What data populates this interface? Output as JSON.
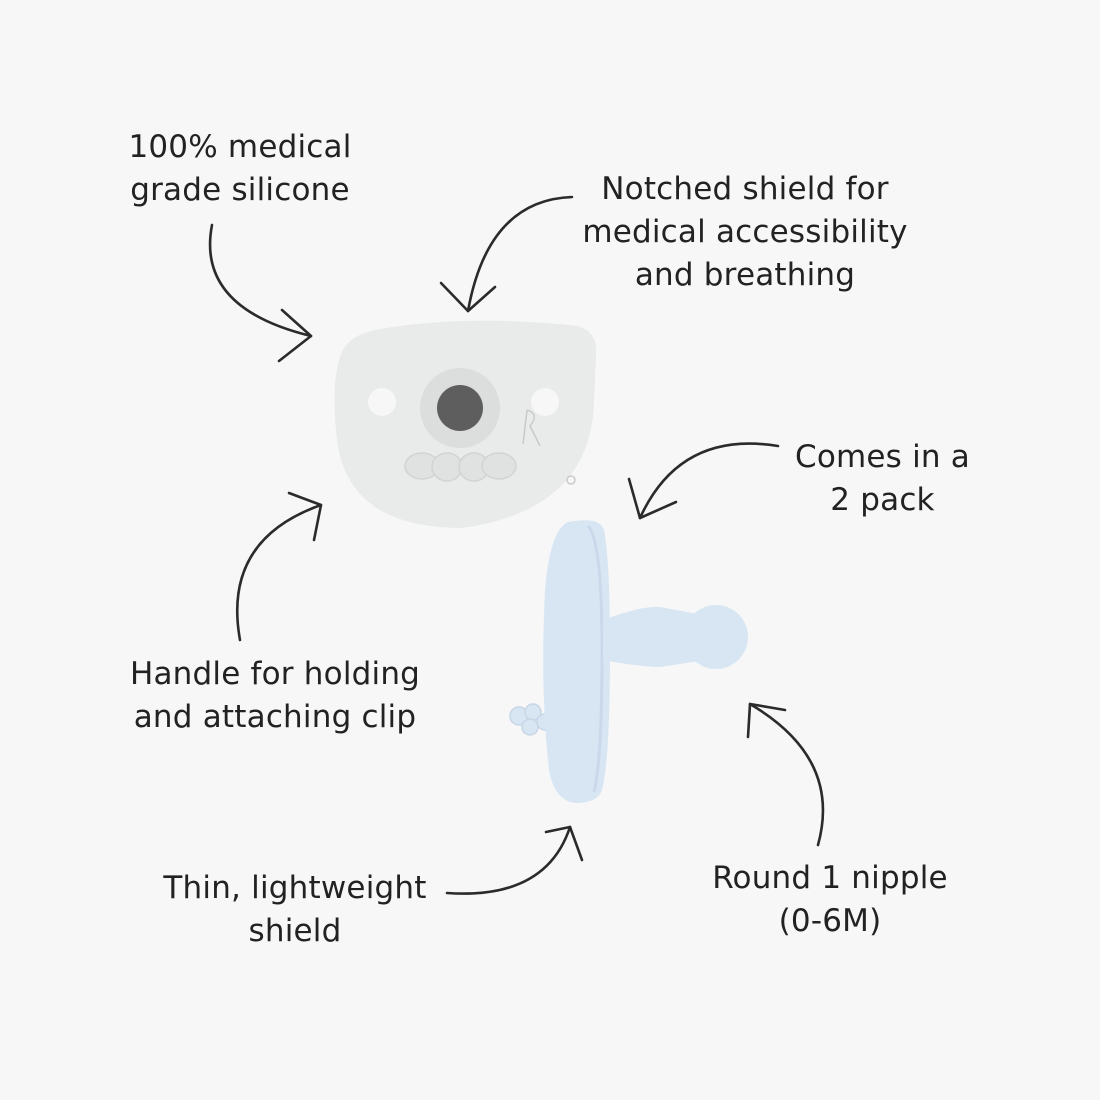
{
  "colors": {
    "background": "#f7f7f7",
    "text": "#222222",
    "arrow": "#2b2b2b",
    "front_pacifier": "#e9eaea",
    "front_center_hole": "#5e5e5e",
    "side_pacifier": "#d8e6f4"
  },
  "callouts": {
    "silicone": {
      "lines": [
        "100% medical",
        "grade silicone"
      ]
    },
    "notched_shield": {
      "lines": [
        "Notched shield for",
        "medical accessibility",
        "and breathing"
      ]
    },
    "two_pack": {
      "lines": [
        "Comes in a",
        "2 pack"
      ]
    },
    "handle": {
      "lines": [
        "Handle for holding",
        "and attaching clip"
      ]
    },
    "thin_shield": {
      "lines": [
        "Thin, lightweight",
        "shield"
      ]
    },
    "nipple": {
      "lines": [
        "Round 1 nipple",
        "(0-6M)"
      ]
    }
  },
  "images": {
    "front_pacifier": {
      "icon": "pacifier-front-view",
      "color": "gray"
    },
    "side_pacifier": {
      "icon": "pacifier-side-view",
      "color": "light-blue"
    }
  }
}
